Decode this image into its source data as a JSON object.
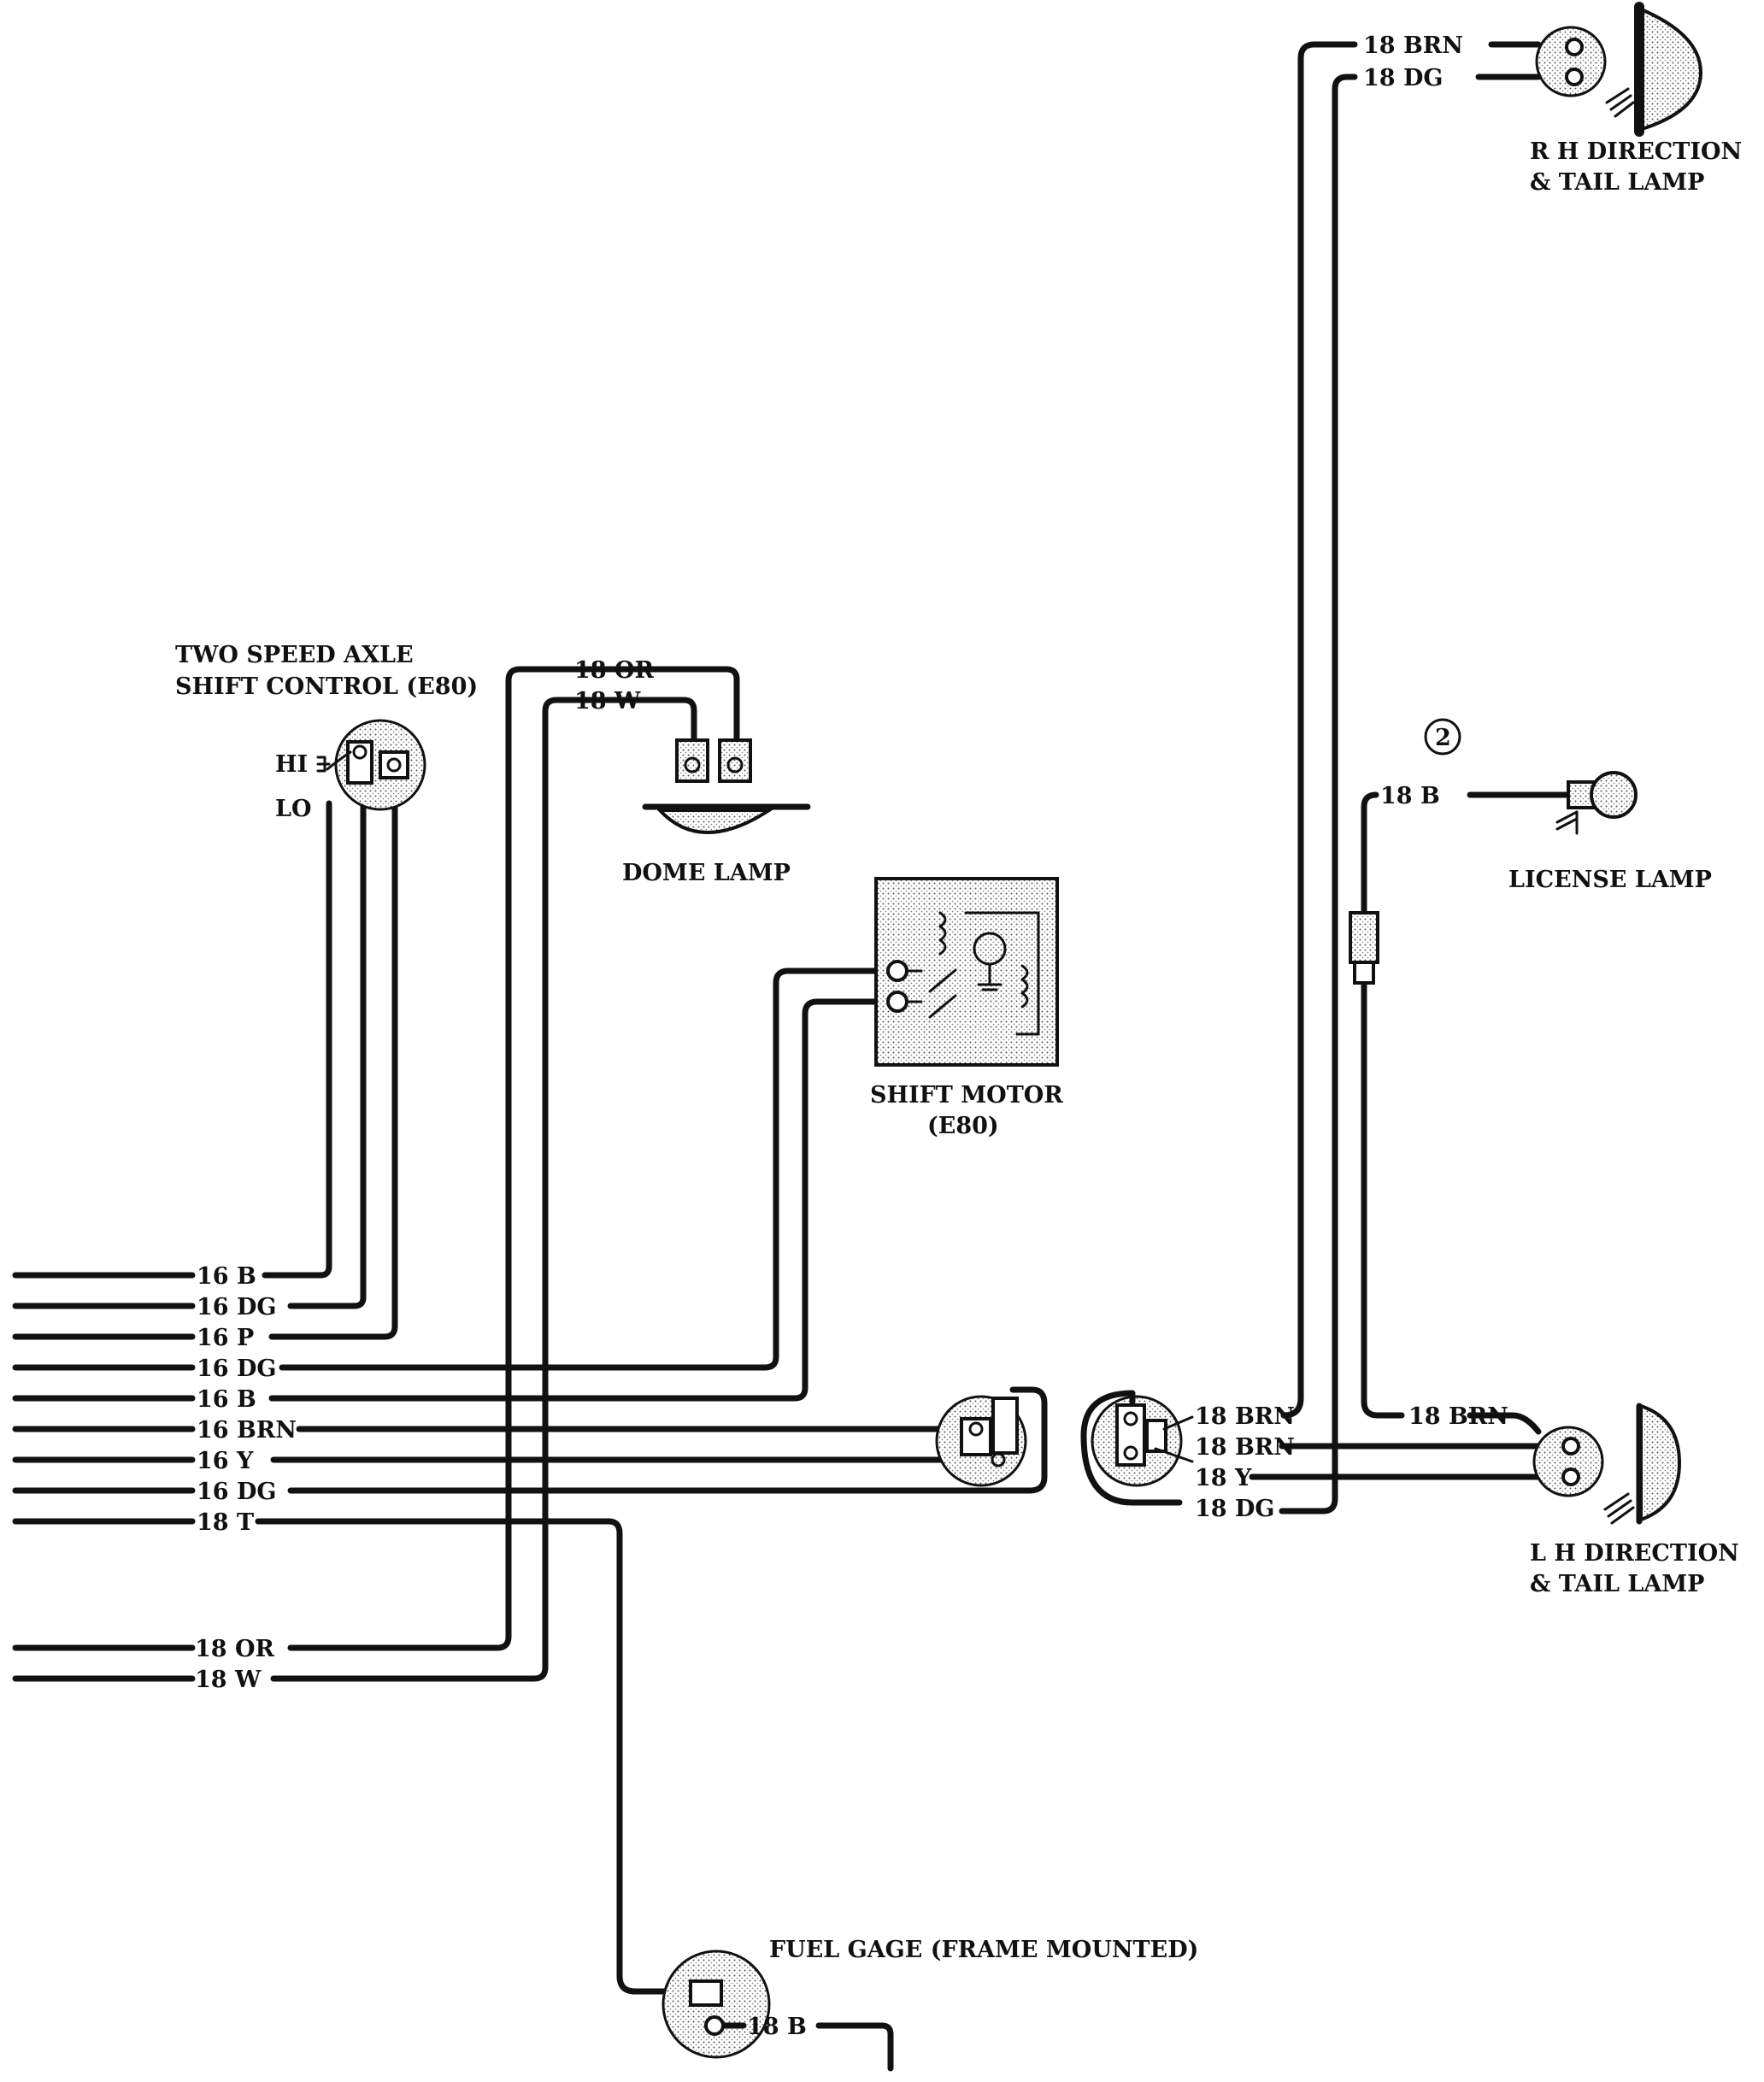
{
  "components": {
    "two_speed_axle": "TWO SPEED AXLE",
    "two_speed_axle_line2": "SHIFT CONTROL (E80)",
    "hi": "HI",
    "lo": "LO",
    "dome_lamp": "DOME LAMP",
    "shift_motor": "SHIFT MOTOR",
    "shift_motor_line2": "(E80)",
    "rh_lamp": "R H DIRECTION",
    "rh_lamp_line2": "& TAIL LAMP",
    "license_lamp": "LICENSE LAMP",
    "lh_lamp": "L H DIRECTION",
    "lh_lamp_line2": "& TAIL LAMP",
    "fuel_gage": "FUEL GAGE (FRAME MOUNTED)",
    "circle_note": "2"
  },
  "wires": {
    "left_bundle": [
      "16 B",
      "16 DG",
      "16 P",
      "16 DG",
      "16 B",
      "16 BRN",
      "16 Y",
      "16 DG",
      "18 T"
    ],
    "left_lower": [
      "18 OR",
      "18 W"
    ],
    "dome": [
      "18 OR",
      "18 W"
    ],
    "rh_lamp": [
      "18 BRN",
      "18 DG"
    ],
    "license": "18 B",
    "connector_right": [
      "18 BRN",
      "18 BRN",
      "18 Y",
      "18 DG"
    ],
    "lh_lamp": "18 BRN",
    "fuel_gage": "18 B"
  }
}
